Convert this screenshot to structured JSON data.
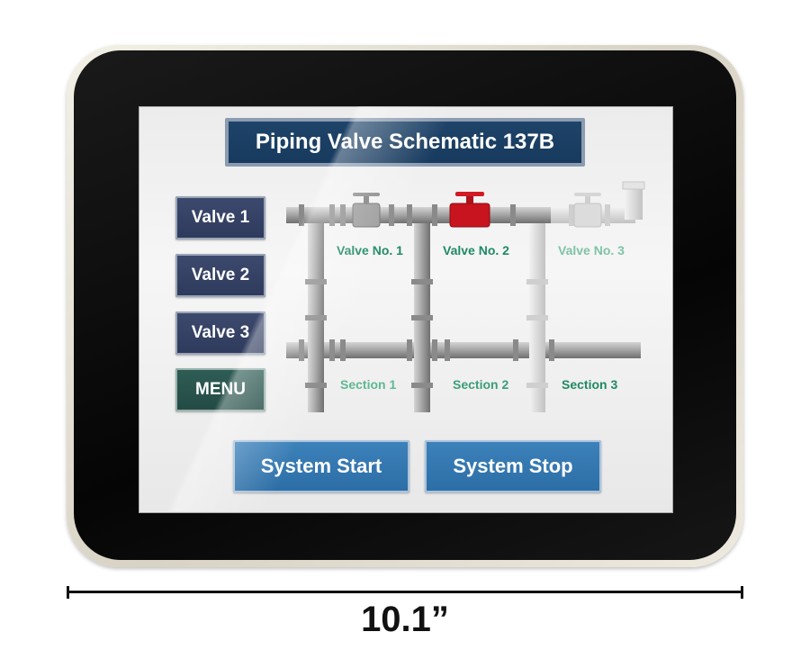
{
  "title": "Piping Valve Schematic 137B",
  "side_buttons": [
    "Valve 1",
    "Valve 2",
    "Valve 3"
  ],
  "menu_label": "MENU",
  "valve_labels": [
    "Valve No. 1",
    "Valve No. 2",
    "Valve No. 3"
  ],
  "section_labels": [
    "Section 1",
    "Section 2",
    "Section 3"
  ],
  "system_start_label": "System Start",
  "system_stop_label": "System Stop",
  "size_label": "10.1”",
  "colors": {
    "title_bg": "#1f4469",
    "valve_button_bg": "#3d4a6e",
    "menu_button_bg": "#2f5d56",
    "system_button_bg": "#3d82bb",
    "label_green": "#1f8a63",
    "active_valve": "#c8141e",
    "pipe_gray": "#9a9a9a"
  },
  "valve_states": [
    "open",
    "active",
    "faded"
  ]
}
